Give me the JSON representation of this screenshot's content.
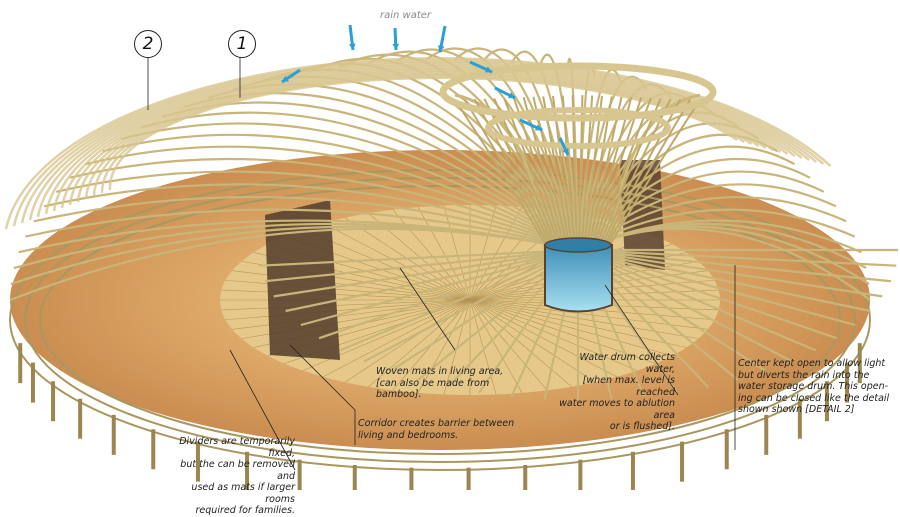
{
  "rain_label": "rain water",
  "markers": [
    {
      "label": "2"
    },
    {
      "label": "1"
    }
  ],
  "callouts": {
    "mats": "Woven mats in living area,\n[can also be made from\nbamboo].",
    "drum": "Water drum collects water,\n[when max. level is reached\nwater moves to ablution area\nor is flushed].",
    "center": "Center kept open to allow light\nbut diverts the rain into the\nwater storage drum. This open-\ning can be closed like the detail\nshown shown [DETAIL 2]",
    "corridor": "Corridor creates barrier between\nliving and bedrooms.",
    "dividers": "Dividers are temporarily fixed,\nbut the can be removed and\nused as mats if larger rooms\nrequired for families."
  },
  "colors": {
    "bamboo": "#c9b57a",
    "bamboo_dark": "#8c7a45",
    "floor": "#d99a45",
    "mat": "#5a4230",
    "water": "#7ec8e0",
    "arrow": "#2a9fd8"
  }
}
